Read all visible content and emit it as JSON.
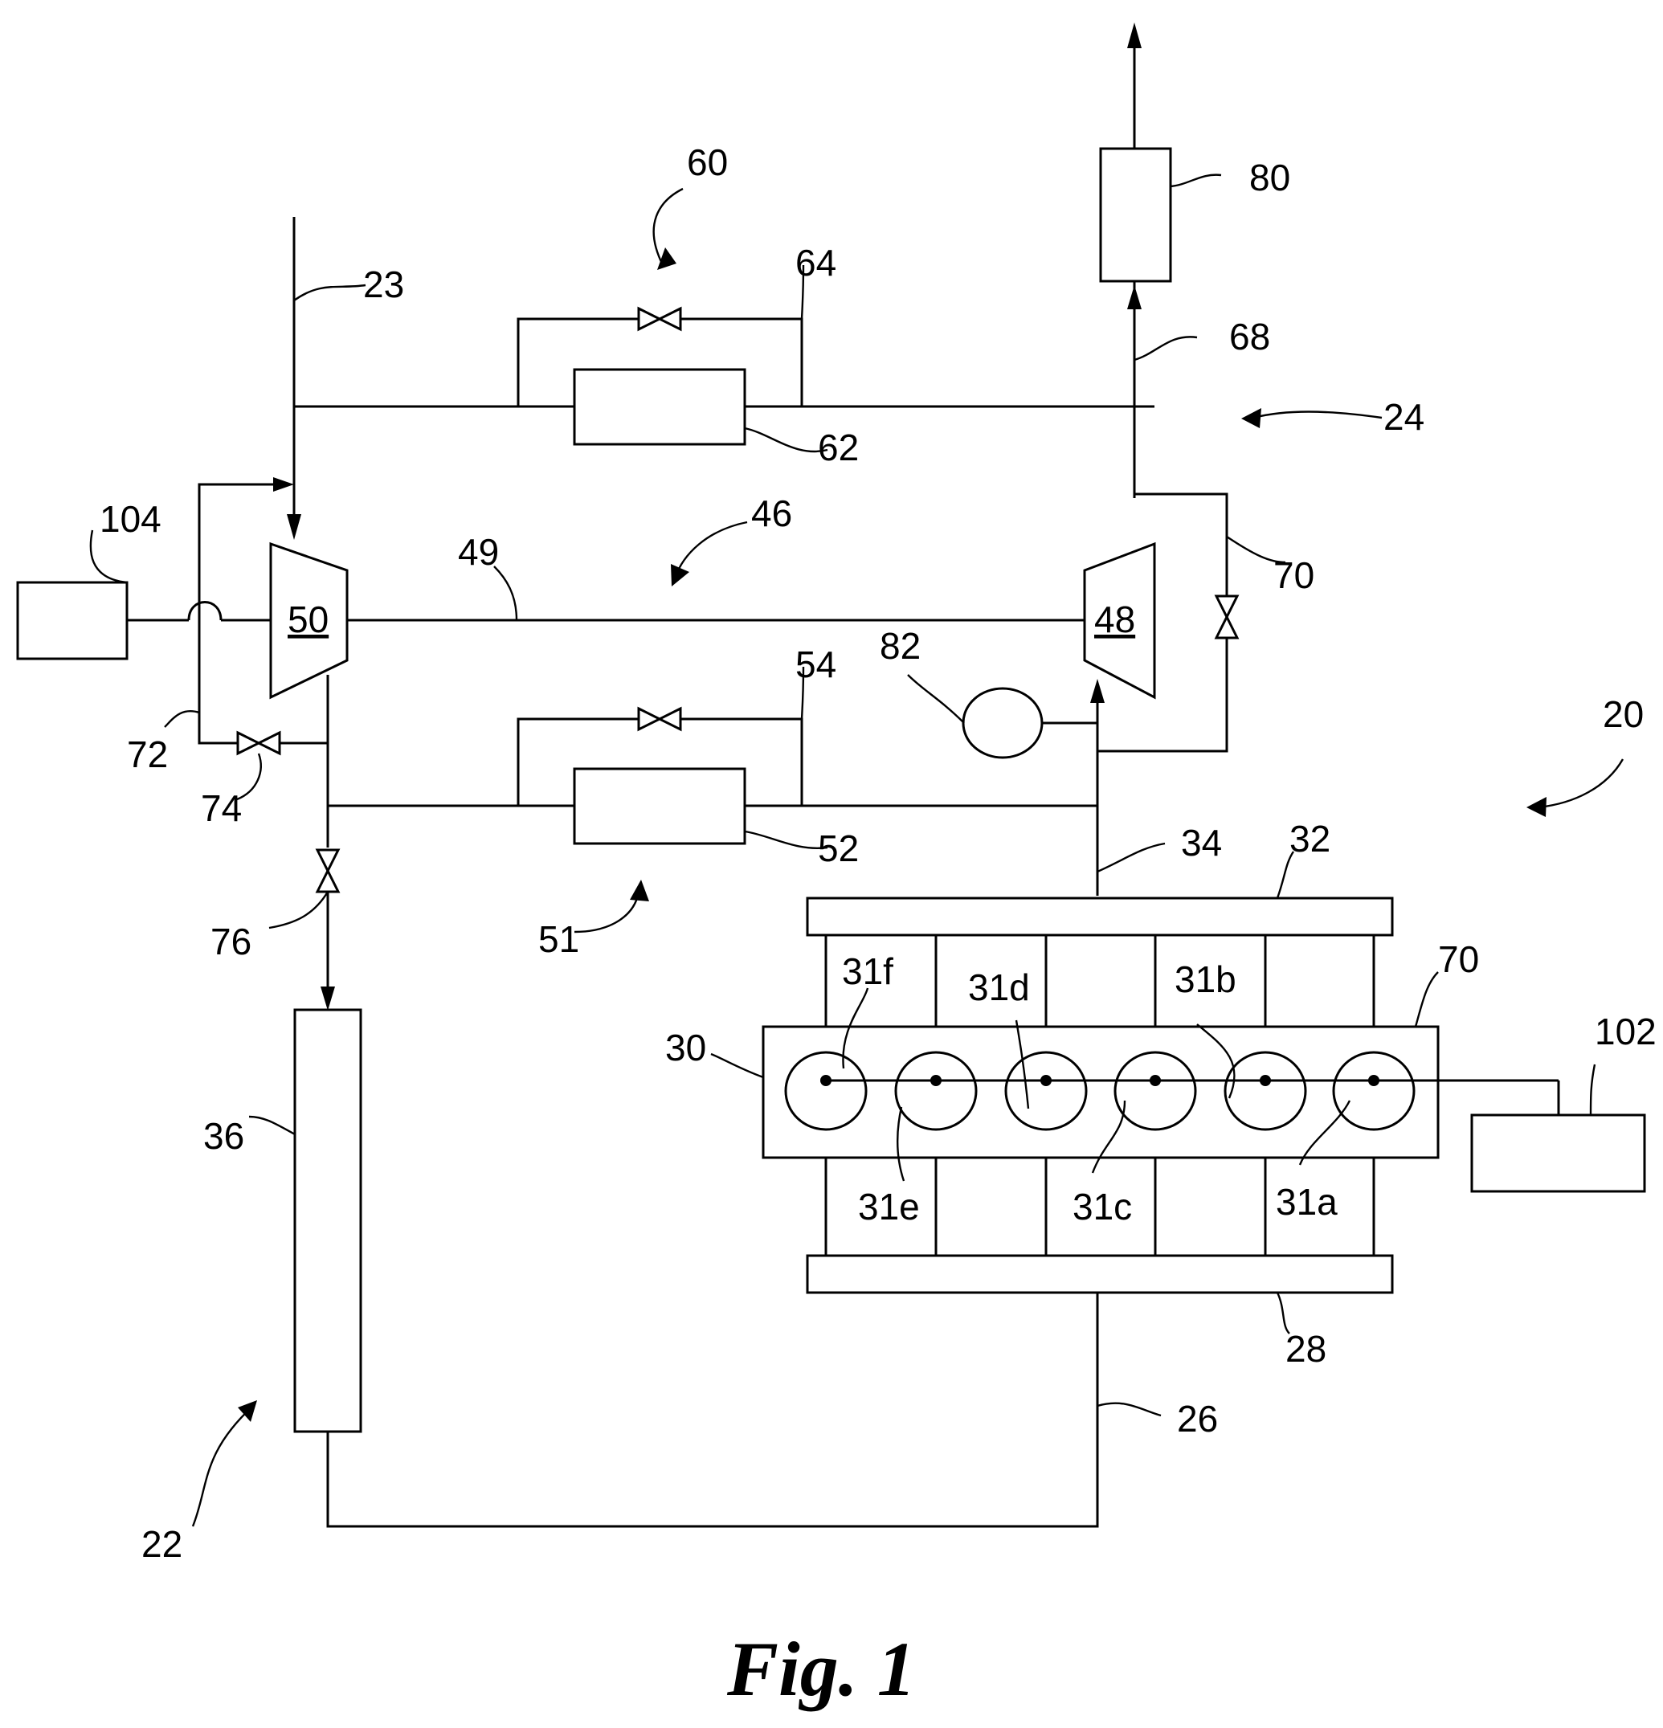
{
  "figure": {
    "caption": "Fig. 1",
    "labels": {
      "system": "20",
      "egr_loop": "22",
      "intake_line": "23",
      "exhaust_system": "24",
      "egr_line": "26",
      "exhaust_manifold": "28",
      "engine_block": "30",
      "cyl_a": "31a",
      "cyl_b": "31b",
      "cyl_c": "31c",
      "cyl_d": "31d",
      "cyl_e": "31e",
      "cyl_f": "31f",
      "intake_manifold": "32",
      "intake_conduit": "34",
      "egr_cooler": "36",
      "turbocharger": "46",
      "turbine": "48",
      "shaft": "49",
      "compressor": "50",
      "cooler_group_low": "51",
      "charge_cooler": "52",
      "cooler_bypass_low": "54",
      "cooler_group_high": "60",
      "aftertreatment_cooler": "62",
      "cooler_bypass_high": "64",
      "exhaust_outlet": "68",
      "wastegate": "70",
      "block_ref": "70",
      "recirc_line": "72",
      "recirc_valve": "74",
      "egr_valve": "76",
      "aftertreatment": "80",
      "sensor": "82",
      "controller": "102",
      "motor": "104"
    }
  }
}
